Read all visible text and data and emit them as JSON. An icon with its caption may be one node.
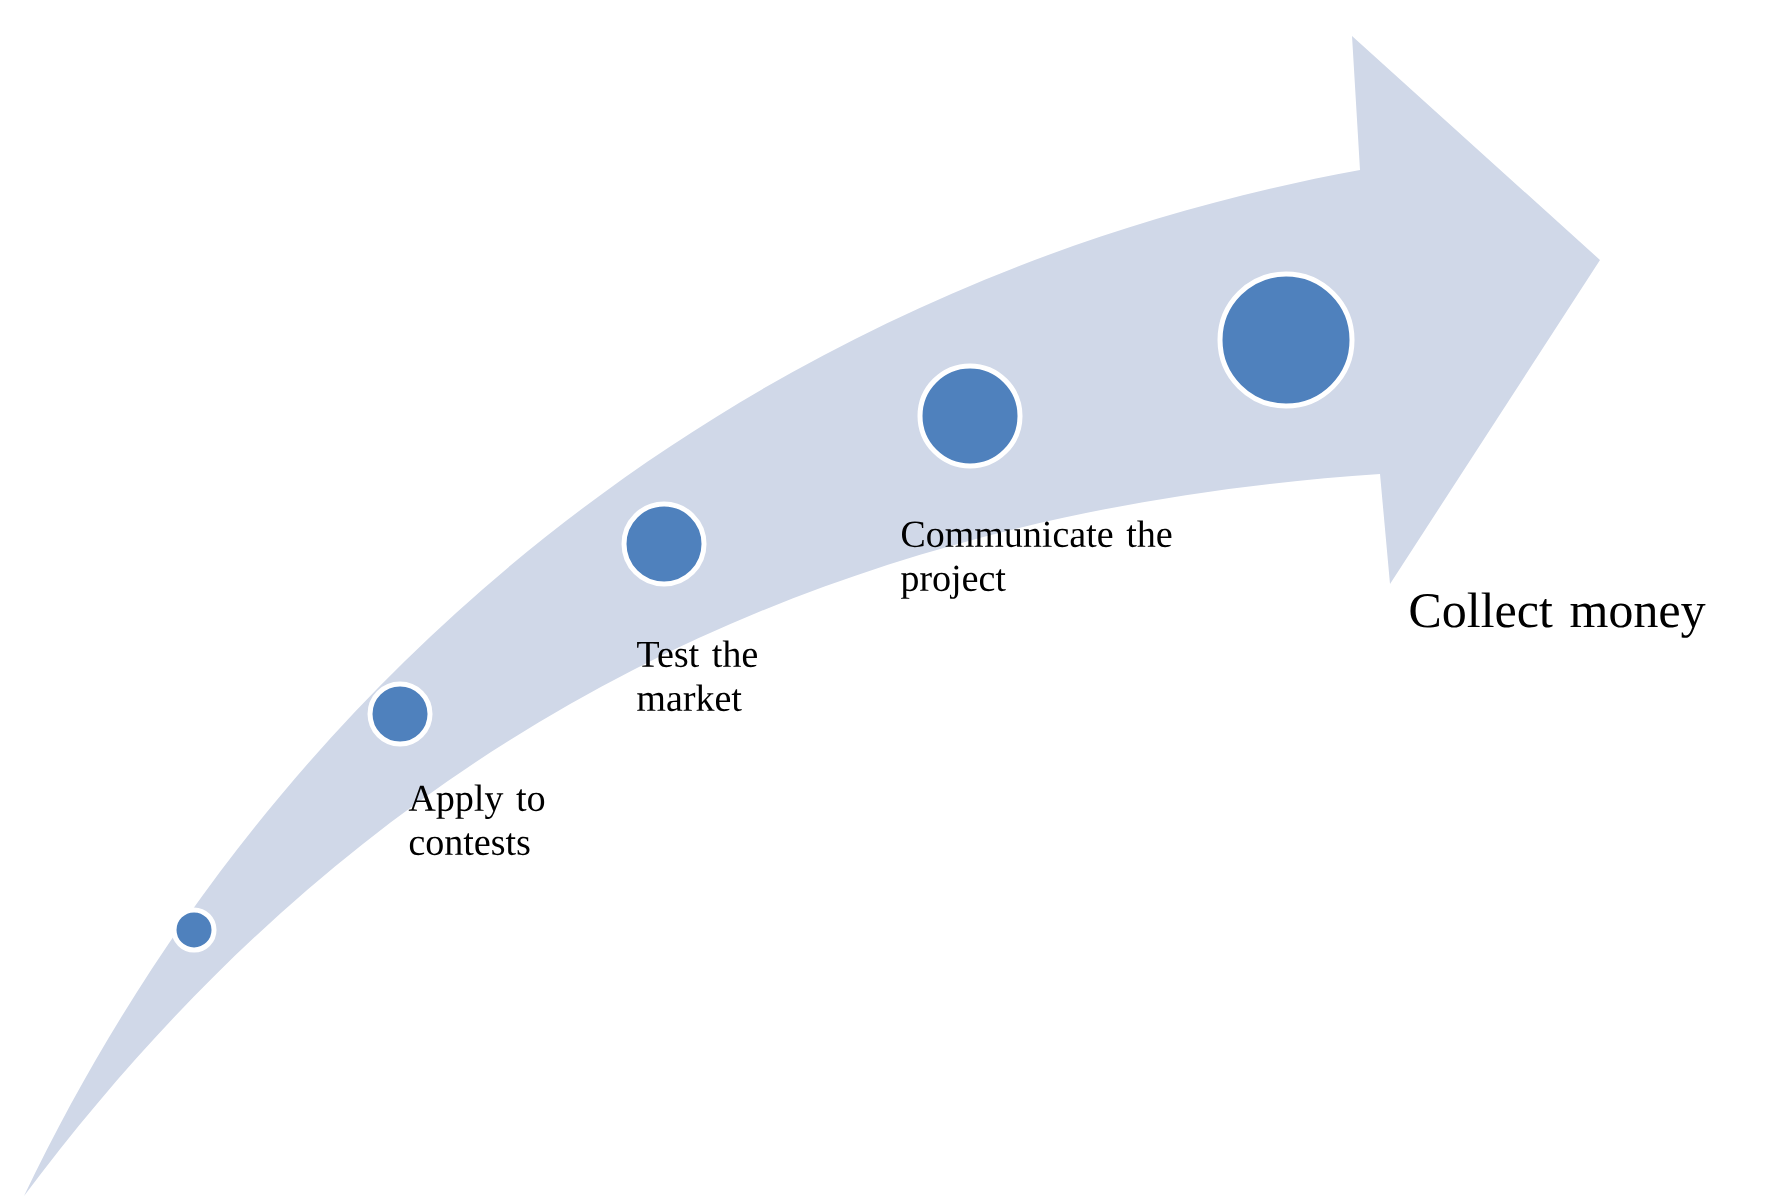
{
  "diagram": {
    "nodes": [
      {
        "text": [],
        "shape": "circle"
      },
      {
        "text": [],
        "shape": "circle",
        "beside": [
          "Apply to contests"
        ]
      },
      {
        "text": [],
        "shape": "circle",
        "beside": [
          "Test the market"
        ]
      },
      {
        "text": [],
        "shape": "circle",
        "beside": [
          "Communicate the project"
        ]
      },
      {
        "text": [],
        "shape": "circle",
        "beside": [
          "Collect money"
        ]
      }
    ]
  }
}
